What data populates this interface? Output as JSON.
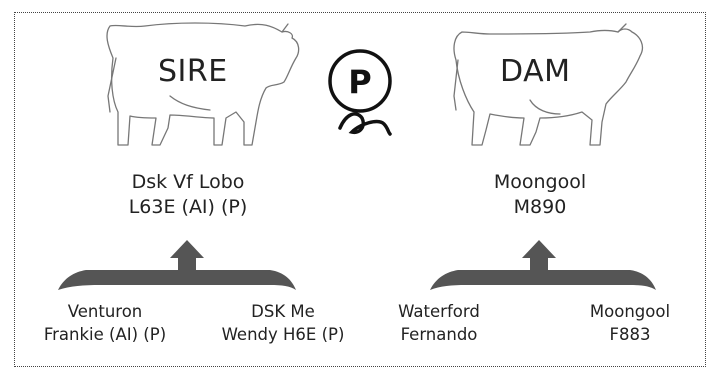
{
  "sire": {
    "badge": "SIRE",
    "name_line1": "Dsk Vf Lobo",
    "name_line2": "L63E (AI) (P)",
    "sire": {
      "line1": "Venturon",
      "line2": "Frankie (AI) (P)"
    },
    "dam": {
      "line1": "DSK Me",
      "line2": "Wendy H6E (P)"
    }
  },
  "dam": {
    "badge": "DAM",
    "name_line1": "Moongool",
    "name_line2": "M890",
    "sire": {
      "line1": "Waterford",
      "line2": "Fernando"
    },
    "dam": {
      "line1": "Moongool",
      "line2": "F883"
    }
  },
  "poll_symbol": {
    "letter": "P"
  },
  "colors": {
    "bracket": "#555555",
    "outline": "#777777",
    "text": "#222222"
  }
}
